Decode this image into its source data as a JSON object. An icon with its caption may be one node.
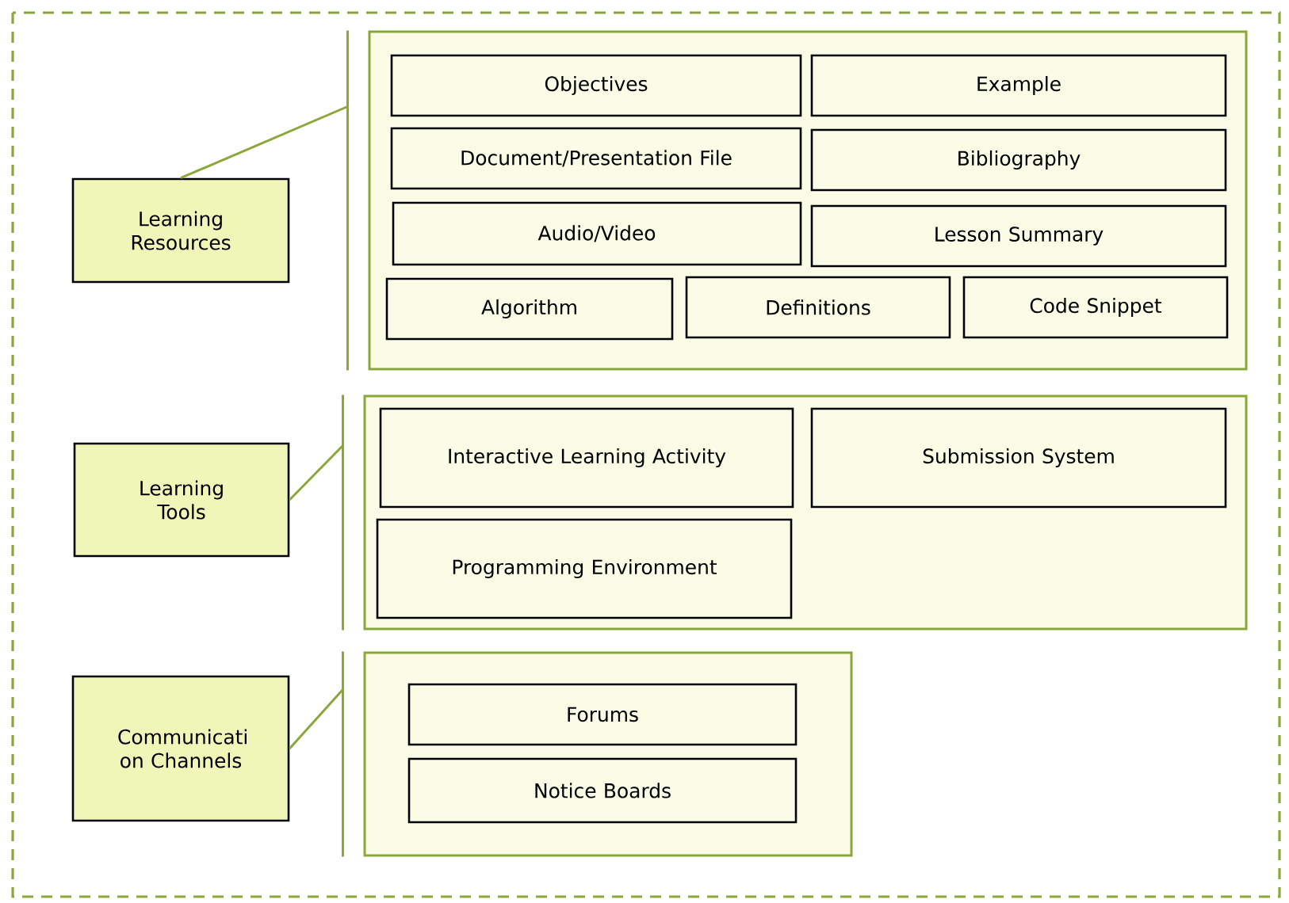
{
  "diagram": {
    "nodes": [
      {
        "text": [
          "Learning Resources"
        ]
      },
      {
        "text": [],
        "shape": "box"
      },
      {
        "text": [
          "Objectives"
        ],
        "in": 1
      },
      {
        "text": [
          "Example"
        ],
        "in": 1
      },
      {
        "text": [
          "Document/Presentation File"
        ],
        "in": 1
      },
      {
        "text": [
          "Bibliography"
        ],
        "in": 1
      },
      {
        "text": [
          "Audio/Video"
        ],
        "in": 1
      },
      {
        "text": [
          "Lesson Summary"
        ],
        "in": 1
      },
      {
        "text": [
          "Algorithm"
        ],
        "in": 1
      },
      {
        "text": [
          "Definitions"
        ],
        "in": 1
      },
      {
        "text": [
          "Code Snippet"
        ],
        "in": 1
      },
      {
        "text": [
          "Learning Tools"
        ]
      },
      {
        "text": [],
        "shape": "box"
      },
      {
        "text": [
          "Interactive Learning Activity"
        ],
        "in": 12
      },
      {
        "text": [
          "Submission System"
        ],
        "in": 12
      },
      {
        "text": [
          "Programming Environment"
        ],
        "in": 12
      },
      {
        "text": [
          "Communicati on Channels"
        ]
      },
      {
        "text": [],
        "shape": "box"
      },
      {
        "text": [
          "Forums"
        ],
        "in": 17
      },
      {
        "text": [
          "Notice Boards"
        ],
        "in": 17
      }
    ],
    "edges": [
      {
        "from": 0,
        "to": 1,
        "arrow": "none"
      },
      {
        "from": 11,
        "to": 12,
        "arrow": "none"
      },
      {
        "from": 16,
        "to": 17,
        "arrow": "none"
      }
    ]
  }
}
